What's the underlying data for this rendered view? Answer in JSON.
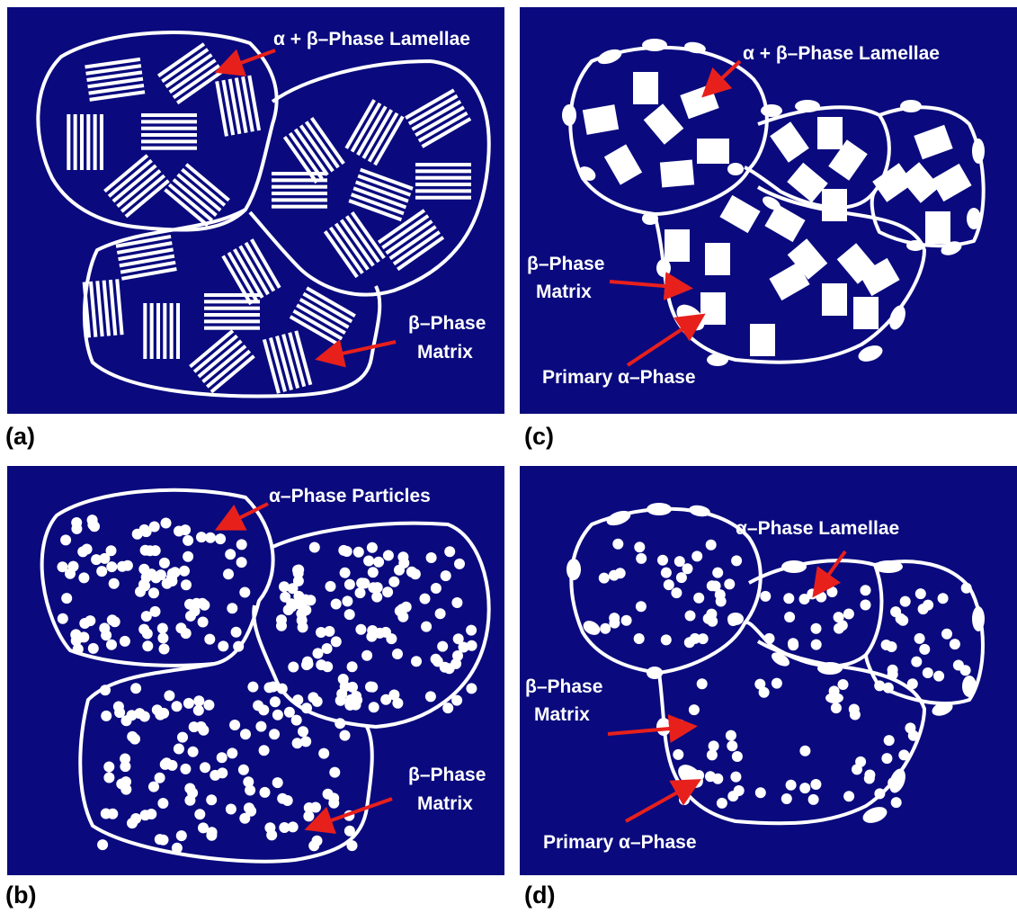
{
  "colors": {
    "background": "#0a0a7e",
    "features": "#ffffff",
    "arrows": "#e8201c"
  },
  "panels": {
    "a": {
      "tag": "(a)",
      "labels": {
        "lamellae": "α + β–Phase Lamellae",
        "matrix_line1": "β–Phase",
        "matrix_line2": "Matrix"
      }
    },
    "b": {
      "tag": "(b)",
      "labels": {
        "particles": "α–Phase Particles",
        "matrix_line1": "β–Phase",
        "matrix_line2": "Matrix"
      }
    },
    "c": {
      "tag": "(c)",
      "labels": {
        "lamellae": "α + β–Phase Lamellae",
        "matrix_line1": "β–Phase",
        "matrix_line2": "Matrix",
        "primary": "Primary α–Phase"
      }
    },
    "d": {
      "tag": "(d)",
      "labels": {
        "lamellae": "α–Phase Lamellae",
        "matrix_line1": "β–Phase",
        "matrix_line2": "Matrix",
        "primary": "Primary α–Phase"
      }
    }
  }
}
